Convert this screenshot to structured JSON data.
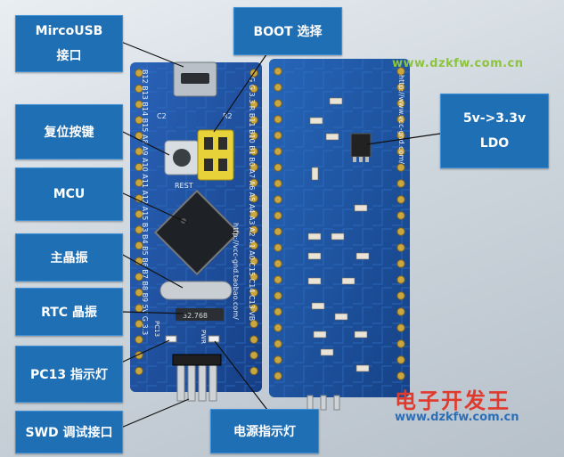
{
  "labels": {
    "usb_line1": "MircoUSB",
    "usb_line2": "接口",
    "boot": "BOOT 选择",
    "reset": "复位按键",
    "mcu": "MCU",
    "crystal": "主晶振",
    "rtc": "RTC 晶振",
    "pc13": "PC13 指示灯",
    "swd": "SWD 调试接口",
    "power_led": "电源指示灯",
    "ldo_line1": "5v->3.3v",
    "ldo_line2": "LDO"
  },
  "watermark": {
    "top_url": "www.dzkfw.com.cn",
    "brand": "电子开发王",
    "bottom_url": "www.dzkfw.com.cn"
  },
  "silkscreen": {
    "left_pins": "B12 B13 B14 B15 A8 A9 A10 A11 A12 A15 B3 B4 B5 B6 B7 B8 B9 5V G 3.3",
    "right_pins": "G G 3.3 R B11 B10 B1 B0 A7 A6 A5 A4 A3 A2 A1 A0 C15 C14 C13 VB",
    "reset_text": "REST",
    "url_text": "http://vcc-gnd.taobao.com/",
    "back_url": "http://www.vcc-gnd.com/",
    "pwr_text": "PWR",
    "pc13_text": "PC13",
    "xtal_text": "32.768",
    "c2": "C2",
    "r2": "R2"
  },
  "colors": {
    "label_bg": "#1f6fb4",
    "board": "#1b4fa0",
    "watermark_green": "#8cc43e",
    "brand_red": "#e03a2c"
  }
}
